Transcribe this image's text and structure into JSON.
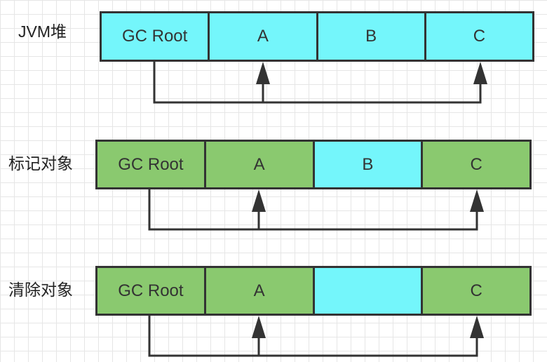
{
  "rows": [
    {
      "label": "JVM堆",
      "cells": [
        {
          "text": "GC Root",
          "color": "#74f6fb"
        },
        {
          "text": "A",
          "color": "#74f6fb"
        },
        {
          "text": "B",
          "color": "#74f6fb"
        },
        {
          "text": "C",
          "color": "#74f6fb"
        }
      ]
    },
    {
      "label": "标记对象",
      "cells": [
        {
          "text": "GC Root",
          "color": "#8ac96f"
        },
        {
          "text": "A",
          "color": "#8ac96f"
        },
        {
          "text": "B",
          "color": "#74f6fb"
        },
        {
          "text": "C",
          "color": "#8ac96f"
        }
      ]
    },
    {
      "label": "清除对象",
      "cells": [
        {
          "text": "GC Root",
          "color": "#8ac96f"
        },
        {
          "text": "A",
          "color": "#8ac96f"
        },
        {
          "text": "",
          "color": "#74f6fb"
        },
        {
          "text": "C",
          "color": "#8ac96f"
        }
      ]
    }
  ],
  "references": [
    {
      "from": "GC Root",
      "to": "A"
    },
    {
      "from": "GC Root",
      "to": "C"
    }
  ],
  "colors": {
    "reachable": "#8ac96f",
    "unmarked": "#74f6fb",
    "outline": "#333333",
    "grid": "#e6e6e6"
  }
}
